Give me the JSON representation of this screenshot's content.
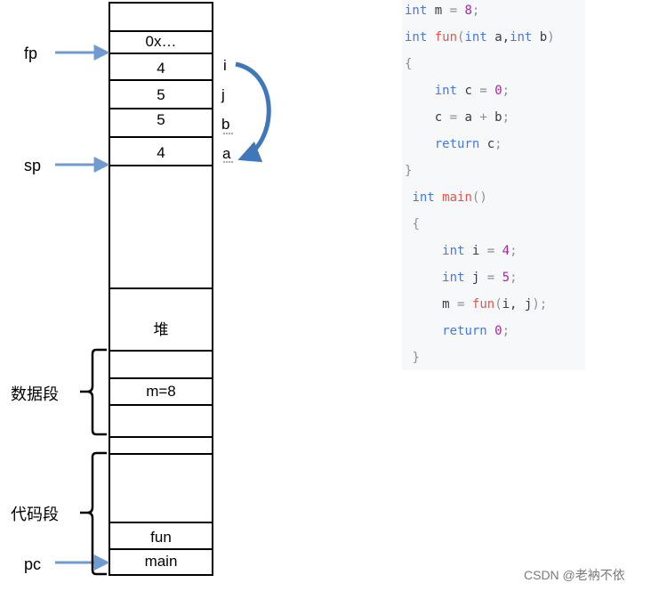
{
  "stack": {
    "cells": [
      "0x…",
      "4",
      "5",
      "5",
      "4",
      "堆",
      "m=8",
      "fun",
      "main"
    ]
  },
  "pointers": {
    "fp": "fp",
    "sp": "sp",
    "pc": "pc"
  },
  "segments": {
    "data": "数据段",
    "code": "代码段"
  },
  "vars": [
    "i",
    "j",
    "b",
    "a"
  ],
  "code": {
    "lines": [
      [
        {
          "t": "int",
          "c": "kw"
        },
        {
          "t": " m "
        },
        {
          "t": "=",
          "c": "punc"
        },
        {
          "t": " "
        },
        {
          "t": "8",
          "c": "num"
        },
        {
          "t": ";",
          "c": "punc"
        }
      ],
      [
        {
          "t": "int",
          "c": "kw"
        },
        {
          "t": " "
        },
        {
          "t": "fun",
          "c": "fn"
        },
        {
          "t": "(",
          "c": "punc"
        },
        {
          "t": "int",
          "c": "kw"
        },
        {
          "t": " a,"
        },
        {
          "t": "int",
          "c": "kw"
        },
        {
          "t": " b"
        },
        {
          "t": ")",
          "c": "punc"
        }
      ],
      [
        {
          "t": "{",
          "c": "punc"
        }
      ],
      [
        {
          "t": "    "
        },
        {
          "t": "int",
          "c": "kw"
        },
        {
          "t": " c "
        },
        {
          "t": "=",
          "c": "punc"
        },
        {
          "t": " "
        },
        {
          "t": "0",
          "c": "num"
        },
        {
          "t": ";",
          "c": "punc"
        }
      ],
      [
        {
          "t": "    c "
        },
        {
          "t": "=",
          "c": "punc"
        },
        {
          "t": " a "
        },
        {
          "t": "+",
          "c": "punc"
        },
        {
          "t": " b"
        },
        {
          "t": ";",
          "c": "punc"
        }
      ],
      [
        {
          "t": "    "
        },
        {
          "t": "return",
          "c": "kw"
        },
        {
          "t": " c"
        },
        {
          "t": ";",
          "c": "punc"
        }
      ],
      [
        {
          "t": "}",
          "c": "punc"
        }
      ],
      [
        {
          "t": " "
        },
        {
          "t": "int",
          "c": "kw"
        },
        {
          "t": " "
        },
        {
          "t": "main",
          "c": "fn"
        },
        {
          "t": "()",
          "c": "punc"
        }
      ],
      [
        {
          "t": " "
        },
        {
          "t": "{",
          "c": "punc"
        }
      ],
      [
        {
          "t": "     "
        },
        {
          "t": "int",
          "c": "kw"
        },
        {
          "t": " i "
        },
        {
          "t": "=",
          "c": "punc"
        },
        {
          "t": " "
        },
        {
          "t": "4",
          "c": "num"
        },
        {
          "t": ";",
          "c": "punc"
        }
      ],
      [
        {
          "t": "     "
        },
        {
          "t": "int",
          "c": "kw"
        },
        {
          "t": " j "
        },
        {
          "t": "=",
          "c": "punc"
        },
        {
          "t": " "
        },
        {
          "t": "5",
          "c": "num"
        },
        {
          "t": ";",
          "c": "punc"
        }
      ],
      [
        {
          "t": "     m "
        },
        {
          "t": "=",
          "c": "punc"
        },
        {
          "t": " "
        },
        {
          "t": "fun",
          "c": "fn"
        },
        {
          "t": "(",
          "c": "punc"
        },
        {
          "t": "i, j"
        },
        {
          "t": ");",
          "c": "punc"
        }
      ],
      [
        {
          "t": "     "
        },
        {
          "t": "return",
          "c": "kw"
        },
        {
          "t": " "
        },
        {
          "t": "0",
          "c": "num"
        },
        {
          "t": ";",
          "c": "punc"
        }
      ],
      [
        {
          "t": " "
        },
        {
          "t": "}",
          "c": "punc"
        }
      ]
    ]
  },
  "watermark": "CSDN @老衲不依",
  "colors": {
    "arrow": "#6f9bd1",
    "curve_arrow": "#3e78b8"
  }
}
